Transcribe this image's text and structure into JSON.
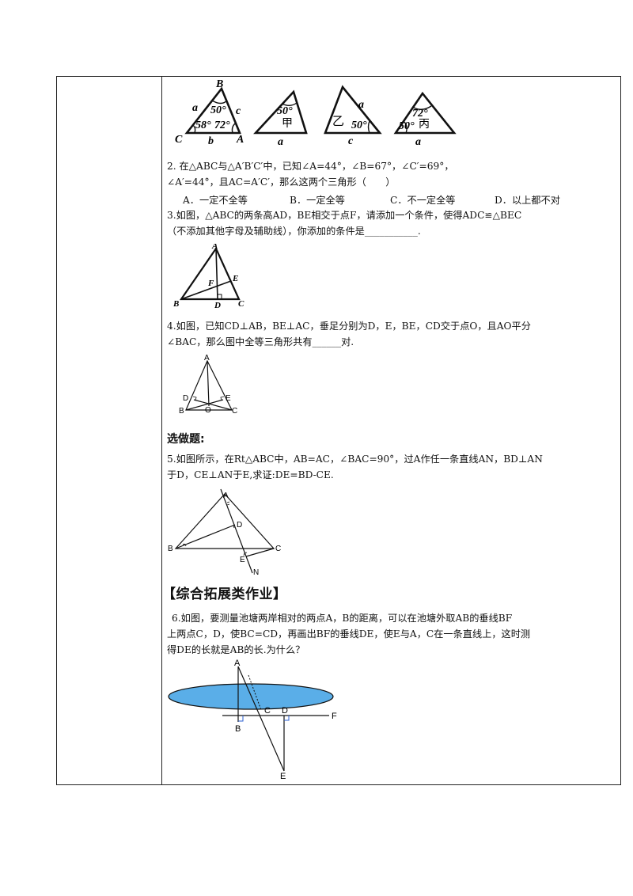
{
  "fig1": {
    "t1": {
      "B": "B",
      "a": "a",
      "c": "c",
      "C": "C",
      "b": "b",
      "A": "A",
      "ang_top": "50°",
      "ang_left": "58°",
      "ang_right": "72°"
    },
    "t2": {
      "ang": "50°",
      "name": "甲",
      "base": "a"
    },
    "t3": {
      "name": "乙",
      "ang": "50°",
      "side": "a",
      "base": "c"
    },
    "t4": {
      "ang_top": "72°",
      "ang_left": "50°",
      "name": "丙",
      "base": "a"
    }
  },
  "q2": {
    "line1": "2. 在△ABC与△A′B′C′中，已知∠A=44°，∠B=67°，∠C′=69°，",
    "line2": "∠A′=44°，且AC=A′C′，那么这两个三角形（　　）",
    "options": [
      "A．一定不全等",
      "B．一定全等",
      "C．不一定全等",
      "D．以上都不对"
    ]
  },
  "q3": {
    "line1": "3.如图，△ABC的两条高AD，BE相交于点F，请添加一个条件，使得ADC≌△BEC",
    "line2": "（不添加其他字母及辅助线），你添加的条件是___________.",
    "labels": {
      "A": "A",
      "B": "B",
      "C": "C",
      "D": "D",
      "E": "E",
      "F": "F"
    }
  },
  "q4": {
    "line1": "4.如图，已知CD⊥AB，BE⊥AC，垂足分别为D，E，BE，CD交于点O，且AO平分",
    "line2": "∠BAC，那么图中全等三角形共有______对.",
    "labels": {
      "A": "A",
      "B": "B",
      "C": "C",
      "D": "D",
      "E": "E",
      "O": "O"
    }
  },
  "optional_heading": "选做题:",
  "q5": {
    "line1": "5.如图所示，在Rt△ABC中，AB=AC，∠BAC=90°，过A作任一条直线AN，BD⊥AN",
    "line2": "于D，CE⊥AN于E,求证:DE=BD-CE.",
    "labels": {
      "A": "A",
      "B": "B",
      "C": "C",
      "D": "D",
      "E": "E",
      "N": "N"
    }
  },
  "extension_heading": "【综合拓展类作业】",
  "q6": {
    "line1": "6.如图，要测量池塘两岸相对的两点A，B的距离，可以在池塘外取AB的垂线BF",
    "line2": "上两点C，D，使BC=CD，再画出BF的垂线DE，使E与A，C在一条直线上，这时测",
    "line3": "得DE的长就是AB的长.为什么？",
    "labels": {
      "A": "A",
      "B": "B",
      "C": "C",
      "D": "D",
      "E": "E",
      "F": "F"
    },
    "pond_color": "#5aaee8"
  }
}
